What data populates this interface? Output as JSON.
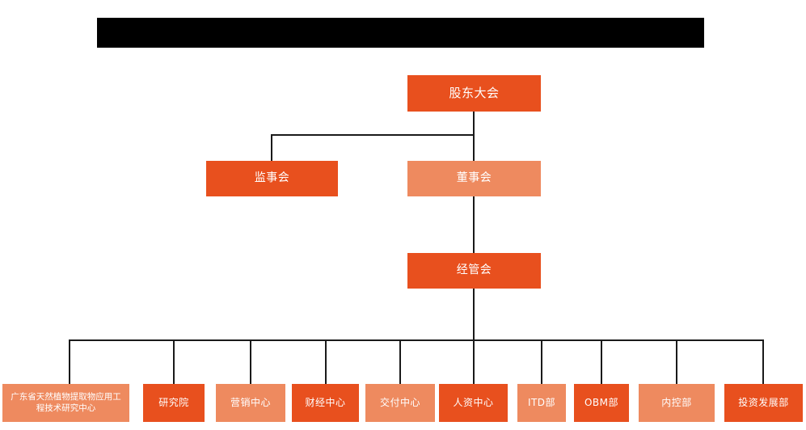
{
  "chart_type": "organization-chart",
  "colors": {
    "primary": "#E8501E",
    "secondary": "#EE8A5F",
    "connector": "#1a1a1a",
    "background": "#ffffff",
    "redaction": "#000000",
    "node_text": "#ffffff"
  },
  "header": {
    "redacted_title": ""
  },
  "levels": {
    "level1": {
      "shareholders_meeting": "股东大会"
    },
    "level2": {
      "board_of_supervisors": "监事会",
      "board_of_directors": "董事会"
    },
    "level3": {
      "management_committee": "经管会"
    }
  },
  "departments": [
    {
      "id": "guangdong-research-center",
      "label": "广东省天然植物提取物应用工程技术研究中心",
      "style": "secondary"
    },
    {
      "id": "research-institute",
      "label": "研究院",
      "style": "primary"
    },
    {
      "id": "marketing-center",
      "label": "营销中心",
      "style": "secondary"
    },
    {
      "id": "finance-center",
      "label": "财经中心",
      "style": "primary"
    },
    {
      "id": "delivery-center",
      "label": "交付中心",
      "style": "secondary"
    },
    {
      "id": "hr-center",
      "label": "人资中心",
      "style": "primary"
    },
    {
      "id": "itd-department",
      "label": "ITD部",
      "style": "secondary"
    },
    {
      "id": "obm-department",
      "label": "OBM部",
      "style": "primary"
    },
    {
      "id": "internal-control-department",
      "label": "内控部",
      "style": "secondary"
    },
    {
      "id": "investment-development-department",
      "label": "投资发展部",
      "style": "primary"
    }
  ]
}
